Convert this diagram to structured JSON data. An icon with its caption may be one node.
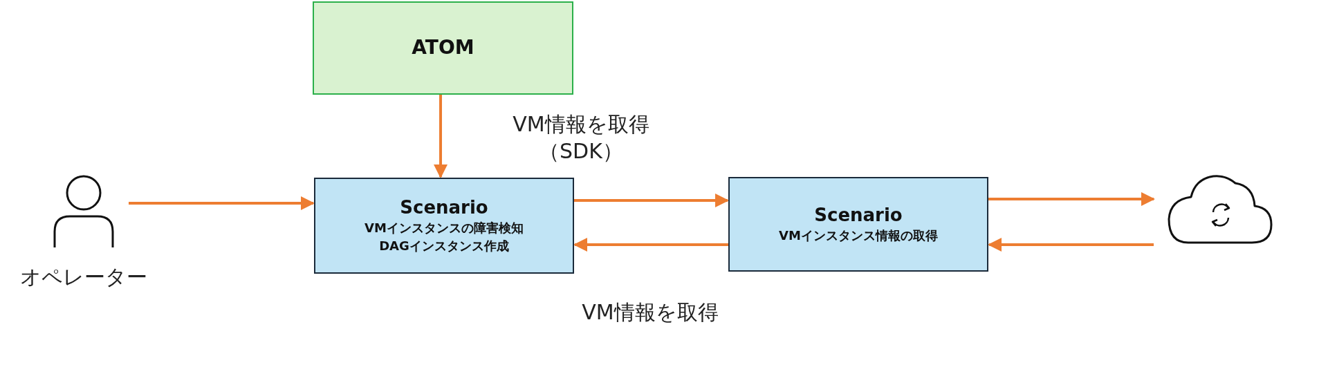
{
  "diagram": {
    "nodes": [
      {
        "text": [
          "ATOM"
        ]
      },
      {
        "text": [],
        "shape": "person",
        "beside": [
          "オペレーター"
        ]
      },
      {
        "text": [
          "Scenario",
          "VMインスタンスの障害検知",
          "DAGインスタンス作成"
        ]
      },
      {
        "text": [
          "Scenario",
          "VMインスタンス情報の取得"
        ]
      },
      {
        "text": [],
        "shape": "cloud"
      }
    ],
    "edges": [
      {
        "from": 0,
        "to": 2,
        "arrow": "to"
      },
      {
        "from": 1,
        "to": 2,
        "arrow": "to"
      },
      {
        "from": 2,
        "to": 3,
        "arrow": "to"
      },
      {
        "from": 3,
        "to": 2,
        "arrow": "to"
      },
      {
        "from": 3,
        "to": 4,
        "arrow": "to"
      },
      {
        "from": 4,
        "to": 3,
        "arrow": "to"
      }
    ],
    "labels": [
      "VM情報を取得（SDK）",
      "VM情報を取得"
    ]
  }
}
